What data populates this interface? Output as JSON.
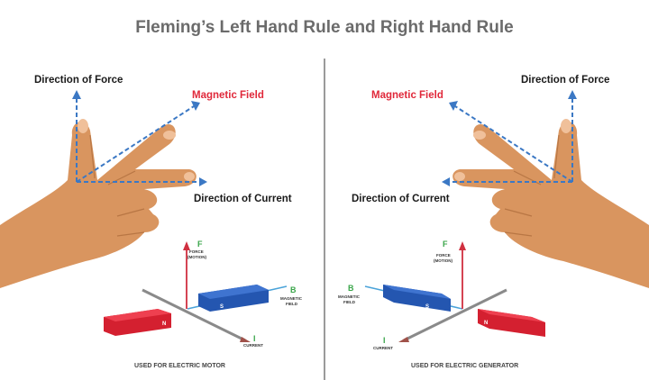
{
  "title": "Fleming’s Left Hand Rule and Right Hand Rule",
  "left": {
    "force_label": "Direction of Force",
    "field_label": "Magnetic Field",
    "current_label": "Direction of Current",
    "diagram": {
      "f_letter": "F",
      "f_line1": "FORCE",
      "f_line2": "(MOTION)",
      "b_letter": "B",
      "b_line1": "MAGNETIC",
      "b_line2": "FIELD",
      "i_letter": "I",
      "i_line1": "CURRENT",
      "north": "N",
      "south": "S",
      "caption": "USED FOR ELECTRIC MOTOR"
    }
  },
  "right": {
    "force_label": "Direction of Force",
    "field_label": "Magnetic Field",
    "current_label": "Direction of Current",
    "diagram": {
      "f_letter": "F",
      "f_line1": "FORCE",
      "f_line2": "(MOTION)",
      "b_letter": "B",
      "b_line1": "MAGNETIC",
      "b_line2": "FIELD",
      "i_letter": "I",
      "i_line1": "CURRENT",
      "north": "N",
      "south": "S",
      "caption": "USED FOR ELECTRIC GENERATOR"
    }
  },
  "colors": {
    "skin": "#d9955f",
    "arrow": "#3b78c4",
    "red_magnet": "#e0283a",
    "blue_magnet": "#2456b0",
    "title": "#6b6b6b"
  }
}
